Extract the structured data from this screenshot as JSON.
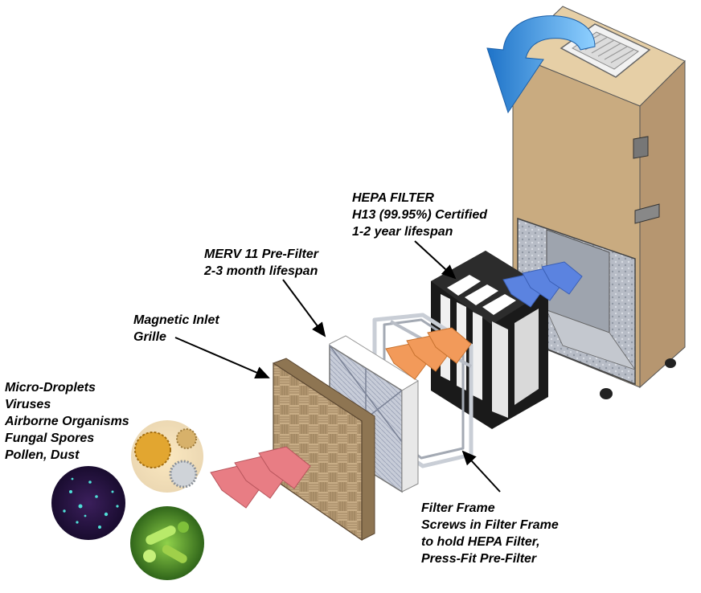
{
  "labels": {
    "hepa": [
      "HEPA FILTER",
      "H13 (99.95%) Certified",
      "1-2 year lifespan"
    ],
    "merv": [
      "MERV 11 Pre-Filter",
      "2-3 month lifespan"
    ],
    "grille": [
      "Magnetic Inlet",
      "Grille"
    ],
    "contaminants": [
      "Micro-Droplets",
      "Viruses",
      "Airborne Organisms",
      "Fungal Spores",
      "Pollen, Dust"
    ],
    "frame": [
      "Filter Frame",
      "Screws in Filter Frame",
      "to hold HEPA Filter,",
      "Press-Fit Pre-Filter"
    ]
  },
  "colors": {
    "cabinet": "#c8aa7e",
    "cabinet_side": "#b89870",
    "inlet_arrows": "#e87d84",
    "mid_arrows": "#f29a5a",
    "outlet_arrows": "#5b83e0",
    "exhaust_arrow": "#2f8fe0",
    "grille": "#a88e6a",
    "prefilter": "#c9ccd6",
    "hepa_frame": "#1a1a1a"
  }
}
